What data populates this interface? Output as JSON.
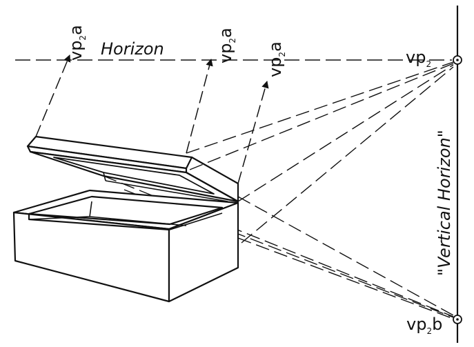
{
  "labels": {
    "horizon": "Horizon",
    "vertical_horizon": "\"Vertical Horizon\"",
    "vp2_main": {
      "base": "vp",
      "sub": "2",
      "suffix": ""
    },
    "vp2b": {
      "base": "vp",
      "sub": "2",
      "suffix": "b"
    },
    "vp2a_1": {
      "base": "vp",
      "sub": "2",
      "suffix": "a"
    },
    "vp2a_2": {
      "base": "vp",
      "sub": "2",
      "suffix": "a"
    },
    "vp2a_3": {
      "base": "vp",
      "sub": "2",
      "suffix": "a"
    }
  },
  "colors": {
    "ink": "#111111",
    "paper": "#ffffff"
  }
}
